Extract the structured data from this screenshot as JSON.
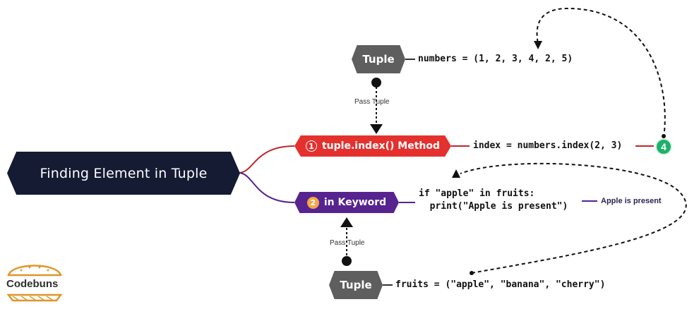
{
  "diagram": {
    "root": "Finding Element in Tuple",
    "tuple_label": "Tuple",
    "pass_label": "Pass Tuple",
    "method": {
      "number": "1",
      "label": "tuple.index() Method"
    },
    "keyword": {
      "number": "2",
      "label": "in Keyword"
    },
    "step_badge": "4",
    "code": {
      "numbers_def": "numbers = (1, 2, 3, 4, 2, 5)",
      "index_call": "index = numbers.index(2, 3)",
      "if_line": "if \"apple\" in fruits:",
      "print_line": "  print(\"Apple is present\")",
      "fruits_def": "fruits = (\"apple\", \"banana\", \"cherry\")"
    },
    "result": "Apple is present",
    "brand": "Codebuns",
    "colors": {
      "root": "#141b33",
      "method": "#e4312e",
      "keyword": "#56238f",
      "tuple": "#5e5e5e",
      "badge": "#1fb16c",
      "number": "#f4a64a"
    }
  }
}
